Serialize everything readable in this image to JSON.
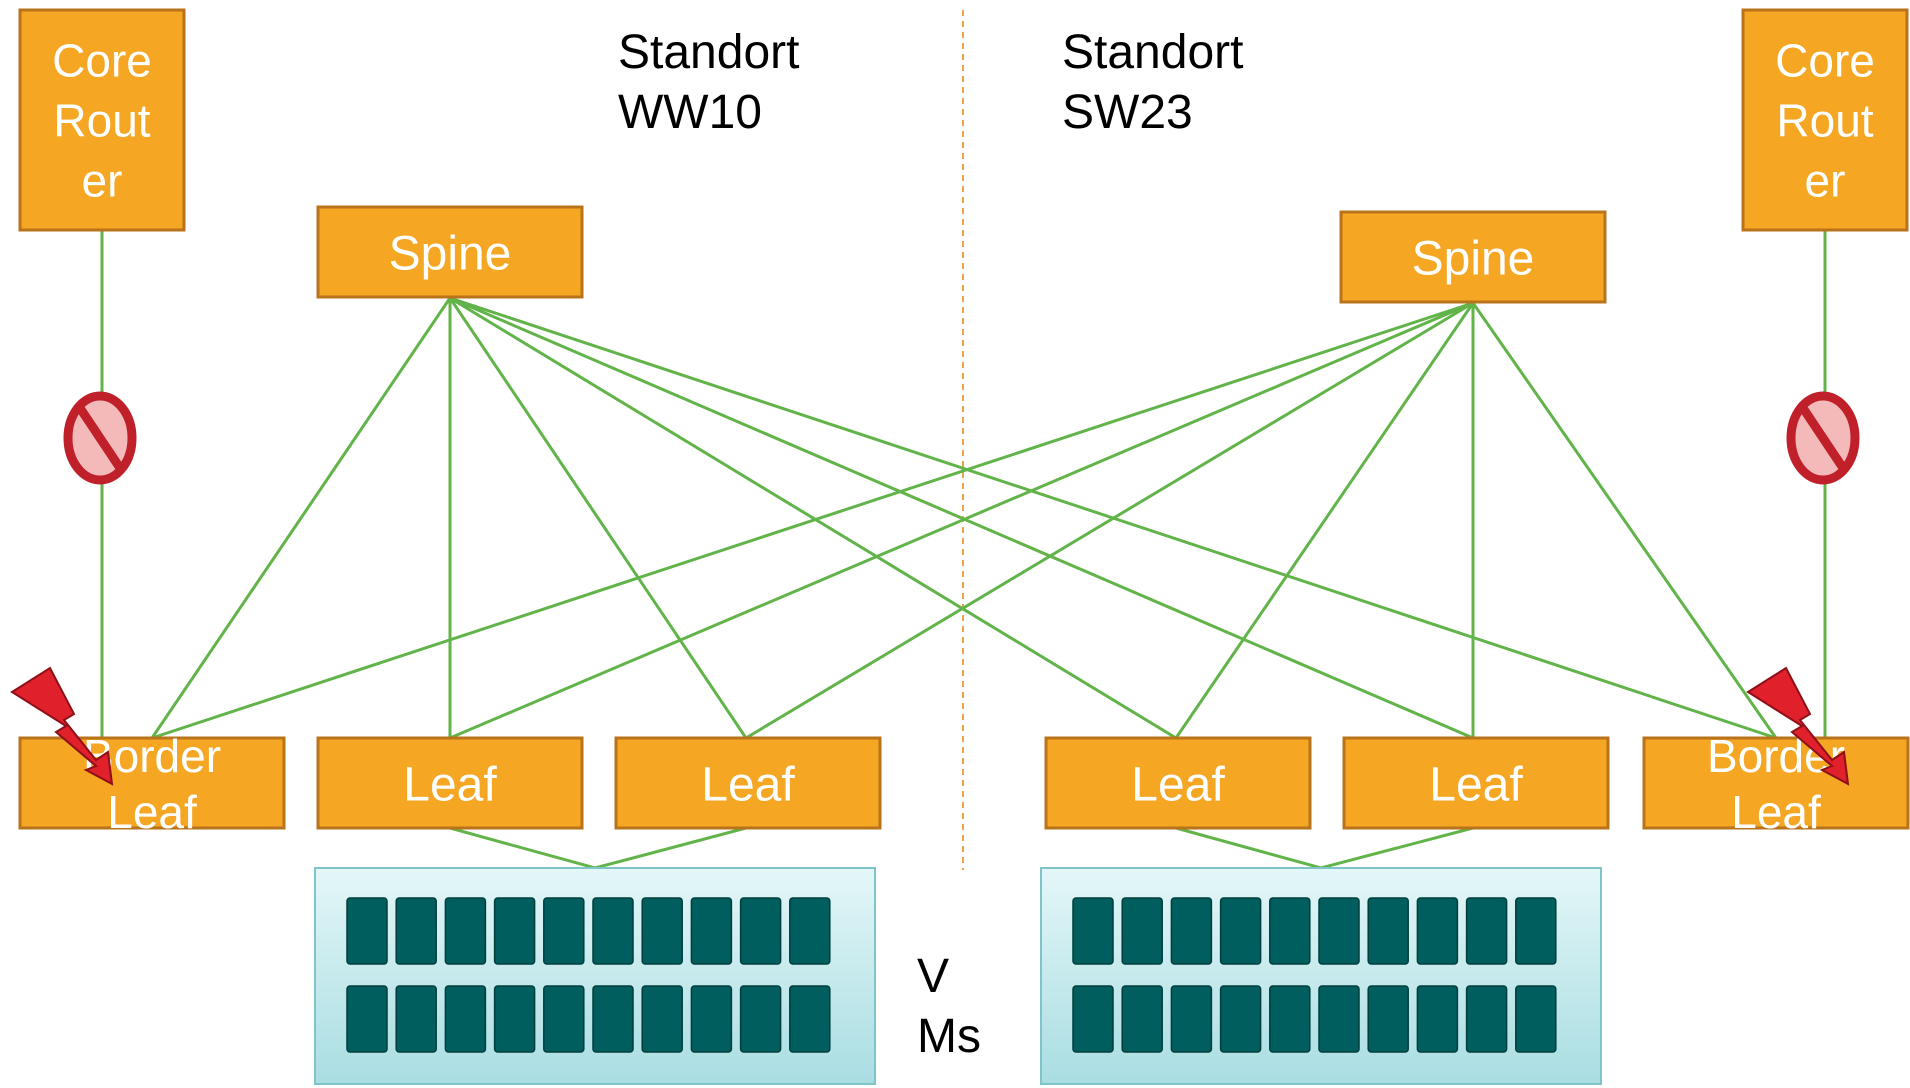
{
  "colors": {
    "node_fill": "#F5A623",
    "node_stroke": "#B9731A",
    "link": "#62B44A",
    "divider": "#F0A24A",
    "rack_fill": "#C9EEF0",
    "vm_fill": "#005F5E",
    "block_icon": "#C0202A",
    "lightning_icon": "#E0202A"
  },
  "sites": [
    {
      "label_line1": "Standort",
      "label_line2": "WW10"
    },
    {
      "label_line1": "Standort",
      "label_line2": "SW23"
    }
  ],
  "nodes": {
    "core_left": {
      "lines": [
        "Core",
        "Rout",
        "er"
      ]
    },
    "core_right": {
      "lines": [
        "Core",
        "Rout",
        "er"
      ]
    },
    "spine_left": {
      "lines": [
        "Spine"
      ]
    },
    "spine_right": {
      "lines": [
        "Spine"
      ]
    },
    "border_left": {
      "lines": [
        "Border",
        "Leaf"
      ]
    },
    "leaf_l1": {
      "lines": [
        "Leaf"
      ]
    },
    "leaf_l2": {
      "lines": [
        "Leaf"
      ]
    },
    "leaf_r1": {
      "lines": [
        "Leaf"
      ]
    },
    "leaf_r2": {
      "lines": [
        "Leaf"
      ]
    },
    "border_right": {
      "lines": [
        "Border",
        "Leaf"
      ]
    }
  },
  "vm_label": {
    "line1": "V",
    "line2": "Ms"
  },
  "icons": {
    "blocked": "no-entry-icon",
    "failure": "lightning-bolt-icon"
  }
}
